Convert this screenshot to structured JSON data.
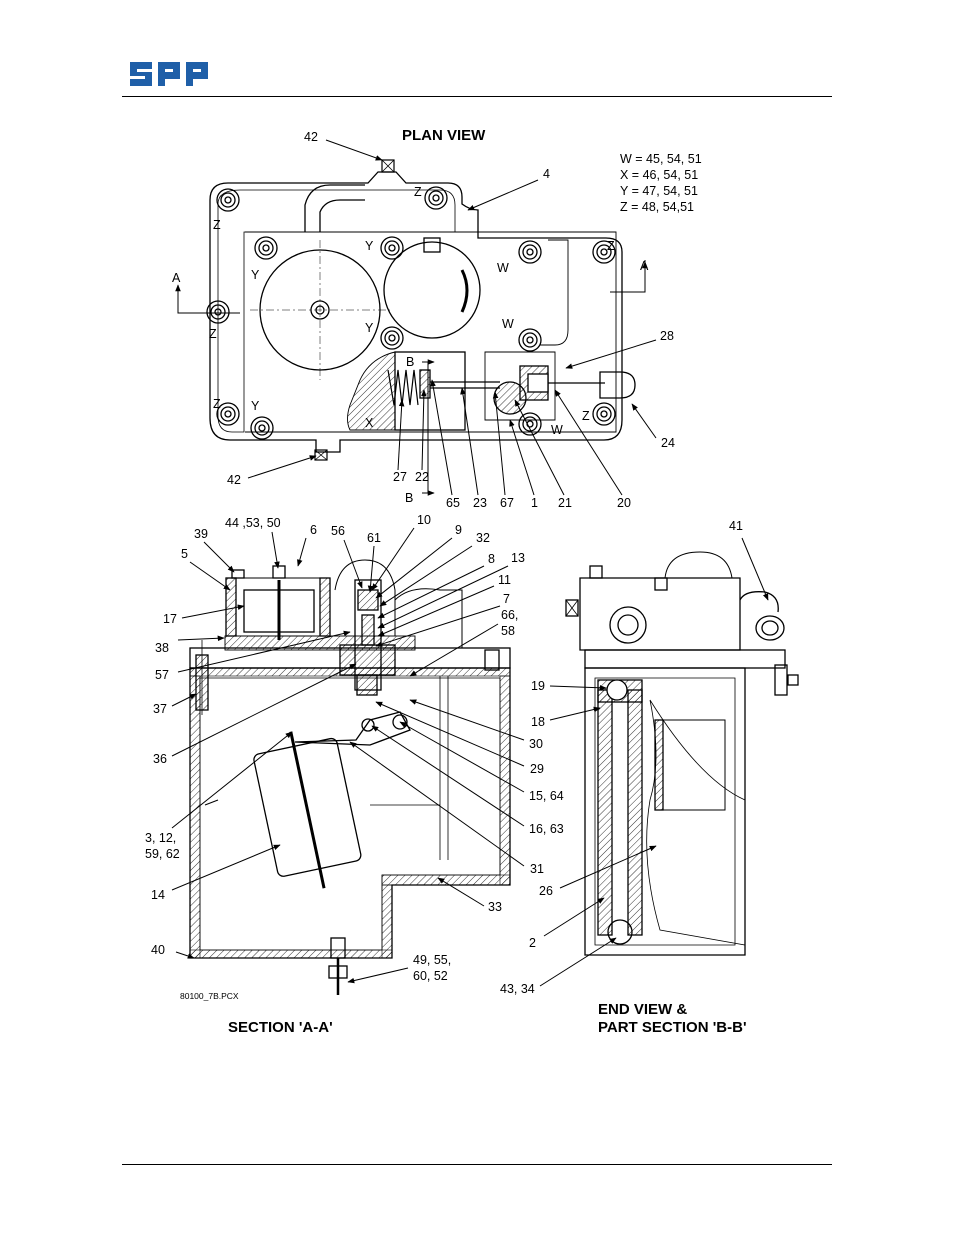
{
  "header": {
    "logo_text": "spp"
  },
  "titles": {
    "plan_view": "PLAN VIEW",
    "section_aa": "SECTION 'A-A'",
    "end_view_line1": "END VIEW &",
    "end_view_line2": "PART SECTION 'B-B'"
  },
  "legend": [
    "W = 45, 54, 51",
    "X = 46, 54, 51",
    "Y = 47, 54, 51",
    "Z = 48, 54,51"
  ],
  "plan_labels": [
    {
      "key": "42a",
      "text": "42"
    },
    {
      "key": "4",
      "text": "4"
    },
    {
      "key": "28",
      "text": "28"
    },
    {
      "key": "24",
      "text": "24"
    },
    {
      "key": "42b",
      "text": "42"
    },
    {
      "key": "27",
      "text": "27"
    },
    {
      "key": "22",
      "text": "22"
    },
    {
      "key": "65",
      "text": "65"
    },
    {
      "key": "23",
      "text": "23"
    },
    {
      "key": "67",
      "text": "67"
    },
    {
      "key": "1",
      "text": "1"
    },
    {
      "key": "21",
      "text": "21"
    },
    {
      "key": "20",
      "text": "20"
    },
    {
      "key": "A_left",
      "text": "A"
    },
    {
      "key": "A_right",
      "text": "A"
    },
    {
      "key": "B_top",
      "text": "B"
    },
    {
      "key": "B_bottom",
      "text": "B"
    },
    {
      "key": "Z1",
      "text": "Z"
    },
    {
      "key": "Z2",
      "text": "Z"
    },
    {
      "key": "Z3",
      "text": "Z"
    },
    {
      "key": "Z4",
      "text": "Z"
    },
    {
      "key": "Z5",
      "text": "Z"
    },
    {
      "key": "Z6",
      "text": "Z"
    },
    {
      "key": "Y1",
      "text": "Y"
    },
    {
      "key": "Y2",
      "text": "Y"
    },
    {
      "key": "Y3",
      "text": "Y"
    },
    {
      "key": "Y4",
      "text": "Y"
    },
    {
      "key": "W1",
      "text": "W"
    },
    {
      "key": "W2",
      "text": "W"
    },
    {
      "key": "W3",
      "text": "W"
    },
    {
      "key": "X1",
      "text": "X"
    }
  ],
  "section_labels": [
    {
      "key": "44",
      "text": "44 ,53, 50"
    },
    {
      "key": "39",
      "text": "39"
    },
    {
      "key": "6",
      "text": "6"
    },
    {
      "key": "56",
      "text": "56"
    },
    {
      "key": "10",
      "text": "10"
    },
    {
      "key": "61",
      "text": "61"
    },
    {
      "key": "9",
      "text": "9"
    },
    {
      "key": "32",
      "text": "32"
    },
    {
      "key": "8",
      "text": "8"
    },
    {
      "key": "13",
      "text": "13"
    },
    {
      "key": "11",
      "text": "11"
    },
    {
      "key": "7",
      "text": "7"
    },
    {
      "key": "66a",
      "text": "66,"
    },
    {
      "key": "66b",
      "text": "58"
    },
    {
      "key": "5",
      "text": "5"
    },
    {
      "key": "17",
      "text": "17"
    },
    {
      "key": "38",
      "text": "38"
    },
    {
      "key": "57",
      "text": "57"
    },
    {
      "key": "37",
      "text": "37"
    },
    {
      "key": "36",
      "text": "36"
    },
    {
      "key": "30",
      "text": "30"
    },
    {
      "key": "29",
      "text": "29"
    },
    {
      "key": "15",
      "text": "15, 64"
    },
    {
      "key": "16",
      "text": "16, 63"
    },
    {
      "key": "3a",
      "text": "3, 12,"
    },
    {
      "key": "3b",
      "text": "59, 62"
    },
    {
      "key": "31",
      "text": "31"
    },
    {
      "key": "14",
      "text": "14"
    },
    {
      "key": "33",
      "text": "33"
    },
    {
      "key": "40",
      "text": "40"
    },
    {
      "key": "49a",
      "text": "49, 55,"
    },
    {
      "key": "49b",
      "text": "60, 52"
    },
    {
      "key": "file",
      "text": "80100_7B.PCX"
    }
  ],
  "end_labels": [
    {
      "key": "41",
      "text": "41"
    },
    {
      "key": "19",
      "text": "19"
    },
    {
      "key": "18",
      "text": "18"
    },
    {
      "key": "26",
      "text": "26"
    },
    {
      "key": "2",
      "text": "2"
    },
    {
      "key": "43",
      "text": "43, 34"
    }
  ]
}
